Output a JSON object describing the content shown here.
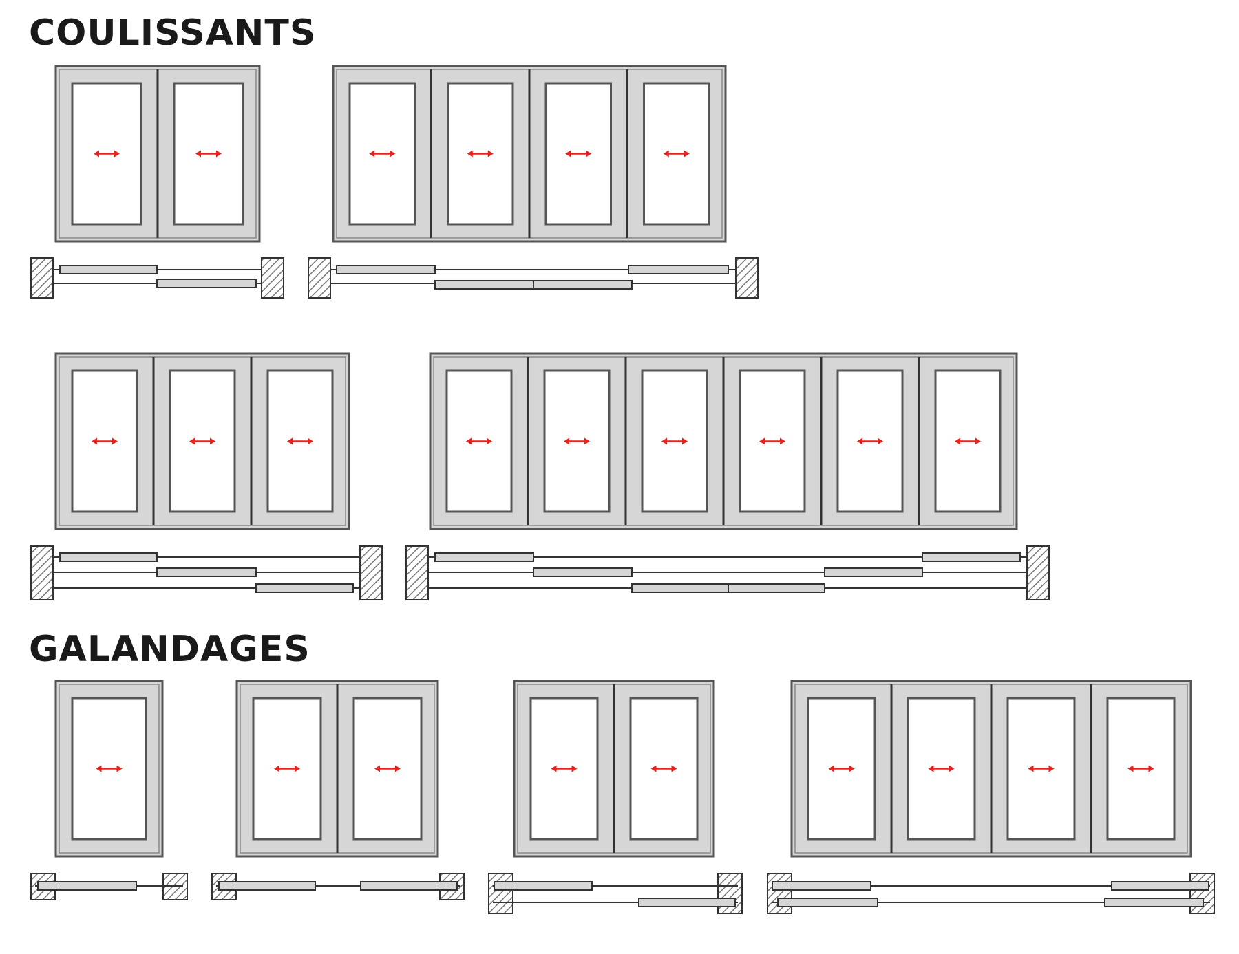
{
  "sections": [
    {
      "title": "COULISSANTS"
    },
    {
      "title": "GALANDAGES"
    }
  ],
  "colors": {
    "frame": "#d6d6d6",
    "outline": "#555555",
    "glass": "#ffffff",
    "arrow": "#e8211d",
    "wall_hatch": "#777777"
  },
  "icons": {
    "arrow": "double-headed-arrow-icon",
    "wall": "hatched-wall-icon"
  },
  "diagrams": [
    {
      "id": "coulissant-2-vantaux",
      "section": 0,
      "panels": 2,
      "tracks": 2
    },
    {
      "id": "coulissant-4-vantaux",
      "section": 0,
      "panels": 4,
      "tracks": 2
    },
    {
      "id": "coulissant-3-vantaux",
      "section": 0,
      "panels": 3,
      "tracks": 3
    },
    {
      "id": "coulissant-6-vantaux",
      "section": 0,
      "panels": 6,
      "tracks": 3
    },
    {
      "id": "galandage-1-vantail",
      "section": 1,
      "panels": 1,
      "tracks": 1
    },
    {
      "id": "galandage-2-vantaux-1-rail",
      "section": 1,
      "panels": 2,
      "tracks": 1
    },
    {
      "id": "galandage-2-vantaux-2-rails",
      "section": 1,
      "panels": 2,
      "tracks": 2
    },
    {
      "id": "galandage-4-vantaux",
      "section": 1,
      "panels": 4,
      "tracks": 2
    }
  ]
}
